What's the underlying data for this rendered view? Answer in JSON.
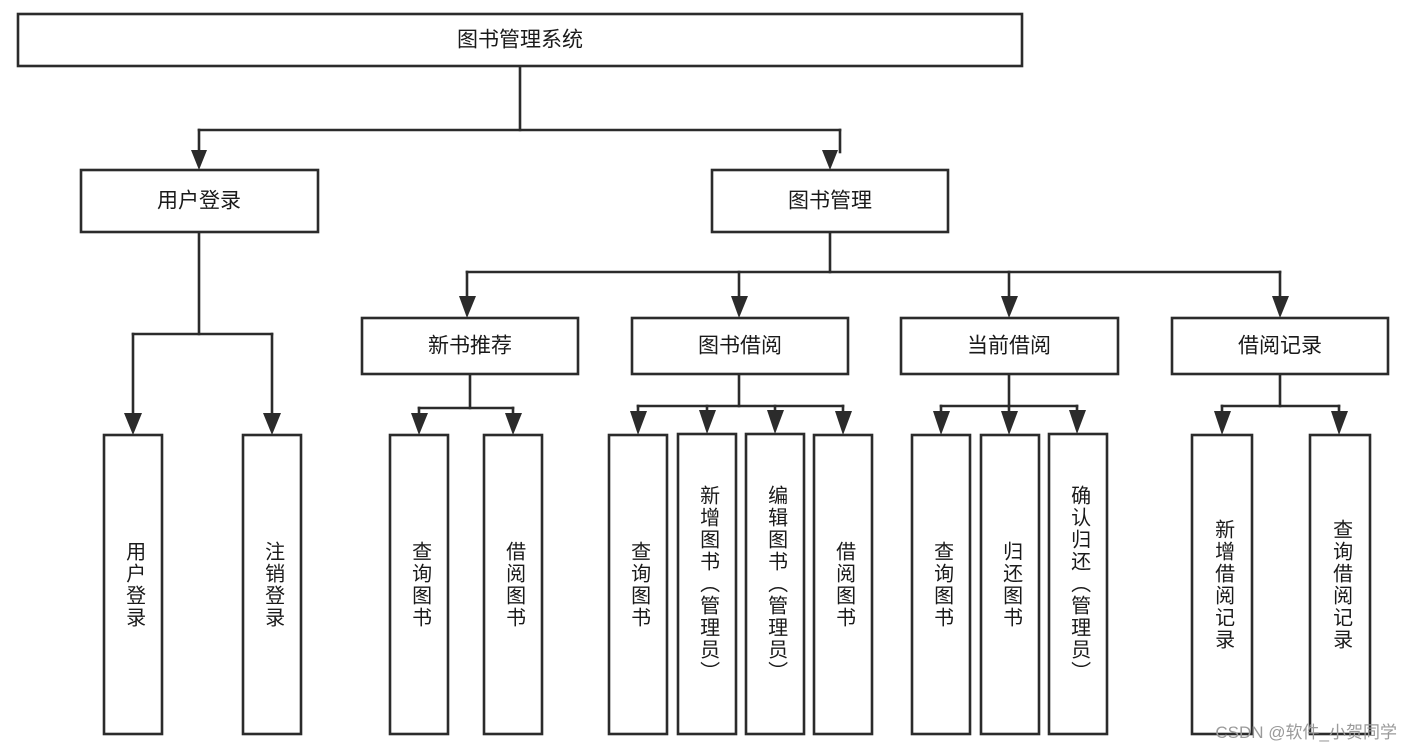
{
  "diagram": {
    "type": "tree",
    "title_node": "图书管理系统",
    "watermark": "CSDN @软件_小贺同学",
    "colors": {
      "stroke": "#2b2b2b",
      "fill": "#ffffff",
      "text": "#1a1a1a",
      "watermark": "#9a9a9a"
    },
    "levels": {
      "root": {
        "label": "图书管理系统"
      },
      "level2": [
        {
          "label": "用户登录"
        },
        {
          "label": "图书管理"
        }
      ],
      "level3": [
        {
          "label": "新书推荐"
        },
        {
          "label": "图书借阅"
        },
        {
          "label": "当前借阅"
        },
        {
          "label": "借阅记录"
        }
      ]
    },
    "leaves": {
      "user_login": [
        {
          "label": "用户登录"
        },
        {
          "label": "注销登录"
        }
      ],
      "new_book_recommend": [
        {
          "label": "查询图书"
        },
        {
          "label": "借阅图书"
        }
      ],
      "book_borrow": [
        {
          "label": "查询图书"
        },
        {
          "label": "新增图书（管理员）"
        },
        {
          "label": "编辑图书（管理员）"
        },
        {
          "label": "借阅图书"
        }
      ],
      "current_borrow": [
        {
          "label": "查询图书"
        },
        {
          "label": "归还图书"
        },
        {
          "label": "确认归还（管理员）"
        }
      ],
      "borrow_record": [
        {
          "label": "新增借阅记录"
        },
        {
          "label": "查询借阅记录"
        }
      ]
    }
  }
}
